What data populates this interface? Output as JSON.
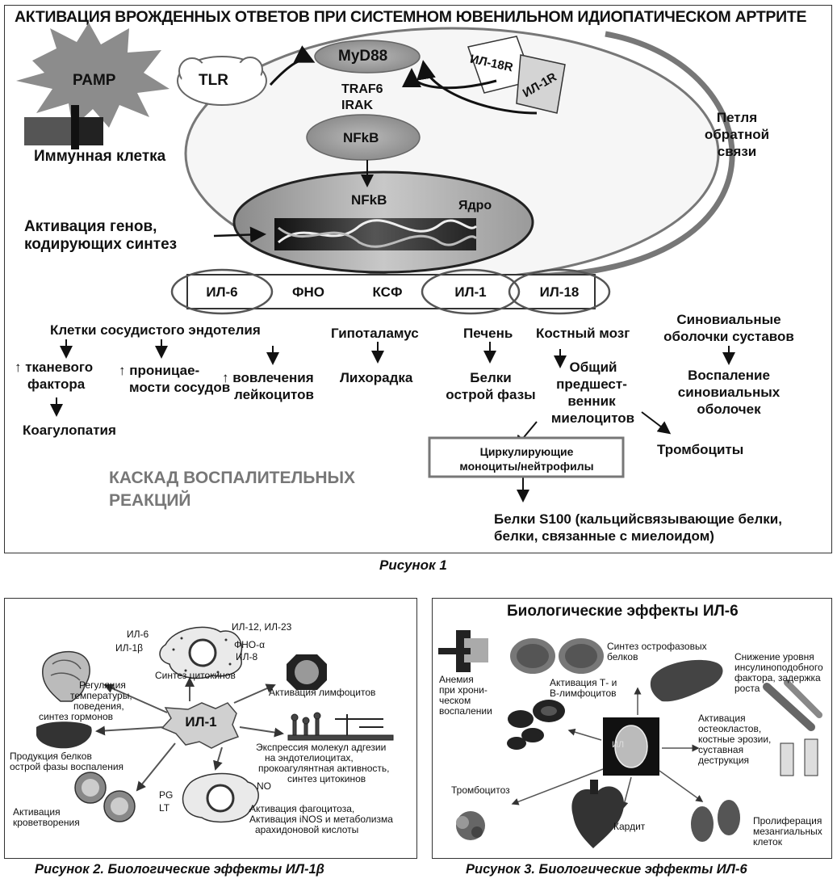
{
  "figure1": {
    "title": "АКТИВАЦИЯ ВРОЖДЕННЫХ ОТВЕТОВ ПРИ СИСТЕМНОМ ЮВЕНИЛЬНОМ ИДИОПАТИЧЕСКОМ АРТРИТЕ",
    "pamp": "PAMP",
    "tlr": "TLR",
    "myd88": "MyD88",
    "traf6": "TRAF6",
    "irak": "IRAK",
    "il18r": "ИЛ-18R",
    "il1r": "ИЛ-1R",
    "nfkb_cyto": "NFkB",
    "nfkb_nuc": "NFkB",
    "nucleus": "Ядро",
    "immune_cell": "Иммунная клетка",
    "gene_activation": [
      "Активация генов,",
      "кодирующих синтез"
    ],
    "feedback": [
      "Петля",
      "обратной",
      "связи"
    ],
    "cytokines": [
      "ИЛ-6",
      "ФНО",
      "КСФ",
      "ИЛ-1",
      "ИЛ-18"
    ],
    "endothelium": "Клетки сосудистого эндотелия",
    "tissue_factor": [
      "↑ тканевого",
      "фактора"
    ],
    "permeability": [
      "↑ проницае-",
      "мости сосудов"
    ],
    "leukocytes": [
      "↑ вовлечения",
      "лейкоцитов"
    ],
    "coagulopathy": "Коагулопатия",
    "hypothalamus": "Гипоталамус",
    "fever": "Лихорадка",
    "liver": "Печень",
    "acute_proteins": [
      "Белки",
      "острой фазы"
    ],
    "bone_marrow": "Костный мозг",
    "progenitor": [
      "Общий",
      "предшест-",
      "венник",
      "миелоцитов"
    ],
    "synovial": [
      "Синовиальные",
      "оболочки суставов"
    ],
    "synovitis": [
      "Воспаление",
      "синовиальных",
      "оболочек"
    ],
    "circulating": [
      "Циркулирующие",
      "моноциты/нейтрофилы"
    ],
    "platelets": "Тромбоциты",
    "s100": [
      "Белки S100 (кальцийсвязывающие белки,",
      "белки, связанные с миелоидом)"
    ],
    "cascade": [
      "КАСКАД ВОСПАЛИТЕЛЬНЫХ",
      "РЕАКЦИЙ"
    ],
    "caption": "Рисунок 1"
  },
  "figure2": {
    "center": "ИЛ-1",
    "cell_left": [
      "ИЛ-6",
      "ИЛ-1β"
    ],
    "cell_right": [
      "ИЛ-12, ИЛ-23",
      "ФНО-α",
      "ИЛ-8"
    ],
    "cytokine_synthesis": "Синтез цитокинов",
    "lymphocyte_activation": "Активация лимфоцитов",
    "thermoregulation": [
      "Регуляция",
      "температуры,",
      "поведения,",
      "синтез гормонов"
    ],
    "acute_phase": [
      "Продукция белков",
      "острой фазы воспаления"
    ],
    "adhesion": [
      "Экспрессия молекул адгезии",
      "на эндотелиоцитах,",
      "прокоагулянтная активность,",
      "синтез цитокинов"
    ],
    "hematopoiesis": [
      "Активация",
      "кроветворения"
    ],
    "phago_labels": [
      "PG",
      "LT",
      "NO"
    ],
    "phagocytosis": [
      "Активация фагоцитоза,",
      "Активация iNOS и метаболизма",
      "арахидоновой кислоты"
    ],
    "caption": "Рисунок 2. Биологические эффекты ИЛ-1β"
  },
  "figure3": {
    "title": "Биологические эффекты ИЛ-6",
    "center_label": "ИЛ",
    "acute_synthesis": [
      "Синтез острофазовых",
      "белков"
    ],
    "igf": [
      "Снижение уровня",
      "инсулиноподобного",
      "фактора, задержка",
      "роста"
    ],
    "anemia": [
      "Анемия",
      "при хрони-",
      "ческом",
      "воспалении"
    ],
    "tb_activation": [
      "Активация Т- и",
      "В-лимфоцитов"
    ],
    "osteoclasts": [
      "Активация",
      "остеокластов,",
      "костные эрозии,",
      "суставная",
      "деструкция"
    ],
    "thrombocytosis": "Тромбоцитоз",
    "carditis": "Кардит",
    "mesangial": [
      "Пролиферация",
      "мезангиальных",
      "клеток"
    ],
    "caption": "Рисунок 3. Биологические эффекты ИЛ-6"
  }
}
